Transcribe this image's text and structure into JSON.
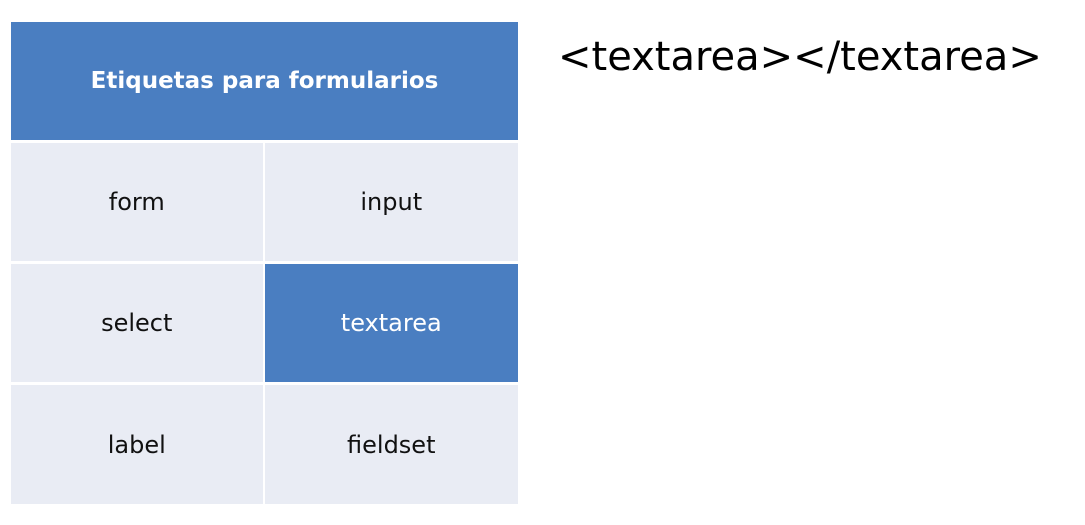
{
  "table": {
    "header": "Etiquetas para formularios",
    "rows": [
      {
        "left": "form",
        "right": "input"
      },
      {
        "left": "select",
        "right": "textarea"
      },
      {
        "left": "label",
        "right": "fieldset"
      }
    ],
    "highlighted_cell": "textarea"
  },
  "code_example": "<textarea></textarea>",
  "colors": {
    "accent": "#4a7ec1",
    "cell_background": "#e9ecf4",
    "page_background": "#ffffff"
  }
}
